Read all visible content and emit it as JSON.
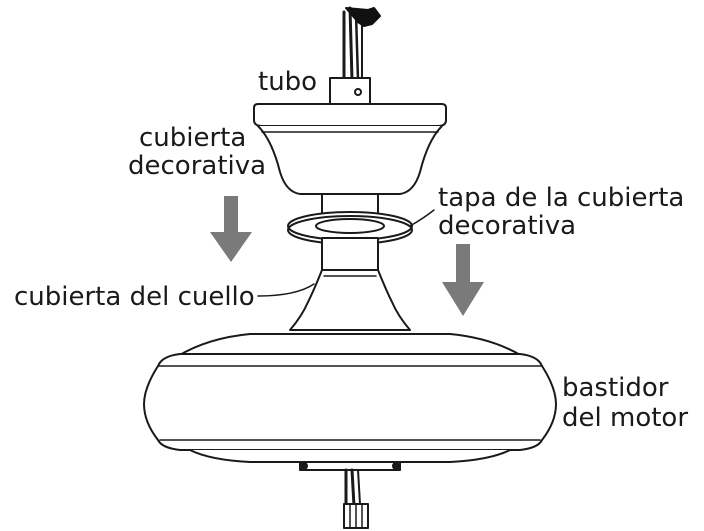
{
  "labels": {
    "tubo": "tubo",
    "cubierta_decorativa_1": "cubierta",
    "cubierta_decorativa_2": "decorativa",
    "tapa_1": "tapa de la cubierta",
    "tapa_2": "decorativa",
    "cubierta_cuello": "cubierta del cuello",
    "bastidor_1": "bastidor",
    "bastidor_2": "del motor"
  },
  "colors": {
    "line": "#1a1a1a",
    "arrow": "#7a7a7a",
    "fill": "#ffffff",
    "wire_black": "#111111"
  }
}
